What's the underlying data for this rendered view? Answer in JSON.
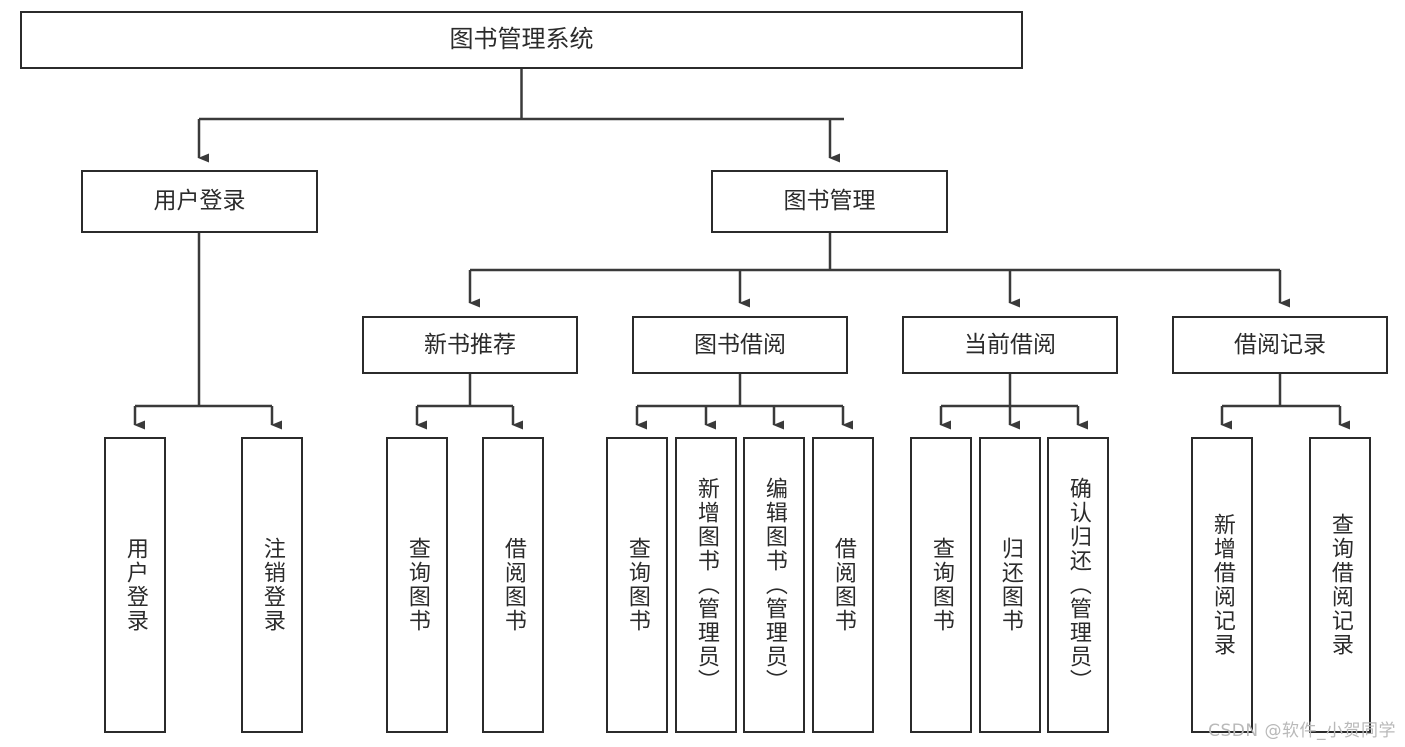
{
  "diagram": {
    "type": "tree-hierarchy-chart",
    "title": "图书管理系统",
    "watermark": "CSDN @软件_小贺同学",
    "colors": {
      "box_border": "#2b2b2b",
      "box_fill": "#ffffff",
      "connector": "#3a3a3a",
      "text": "#2b2b2b",
      "watermark": "#b9b9b9",
      "background": "#ffffff"
    },
    "levels": {
      "root": {
        "label": "图书管理系统"
      },
      "level1": [
        {
          "id": "user-login",
          "label": "用户登录"
        },
        {
          "id": "book-management",
          "label": "图书管理"
        }
      ],
      "level2": [
        {
          "id": "new-book-recommend",
          "label": "新书推荐",
          "parent": "book-management"
        },
        {
          "id": "book-borrow",
          "label": "图书借阅",
          "parent": "book-management"
        },
        {
          "id": "current-borrow",
          "label": "当前借阅",
          "parent": "book-management"
        },
        {
          "id": "borrow-record",
          "label": "借阅记录",
          "parent": "book-management"
        }
      ],
      "leaves": [
        {
          "id": "leaf-user-login",
          "label": "用户登录",
          "parent": "user-login"
        },
        {
          "id": "leaf-logout-login",
          "label": "注销登录",
          "parent": "user-login"
        },
        {
          "id": "leaf-query-book-1",
          "label": "查询图书",
          "parent": "new-book-recommend"
        },
        {
          "id": "leaf-borrow-book-1",
          "label": "借阅图书",
          "parent": "new-book-recommend"
        },
        {
          "id": "leaf-query-book-2",
          "label": "查询图书",
          "parent": "book-borrow"
        },
        {
          "id": "leaf-add-book",
          "label": "新增图书（管理员）",
          "parent": "book-borrow"
        },
        {
          "id": "leaf-edit-book",
          "label": "编辑图书（管理员）",
          "parent": "book-borrow"
        },
        {
          "id": "leaf-borrow-book-2",
          "label": "借阅图书",
          "parent": "book-borrow"
        },
        {
          "id": "leaf-query-book-3",
          "label": "查询图书",
          "parent": "current-borrow"
        },
        {
          "id": "leaf-return-book",
          "label": "归还图书",
          "parent": "current-borrow"
        },
        {
          "id": "leaf-confirm-return",
          "label": "确认归还（管理员）",
          "parent": "current-borrow"
        },
        {
          "id": "leaf-add-record",
          "label": "新增借阅记录",
          "parent": "borrow-record"
        },
        {
          "id": "leaf-query-record",
          "label": "查询借阅记录",
          "parent": "borrow-record"
        }
      ]
    }
  }
}
